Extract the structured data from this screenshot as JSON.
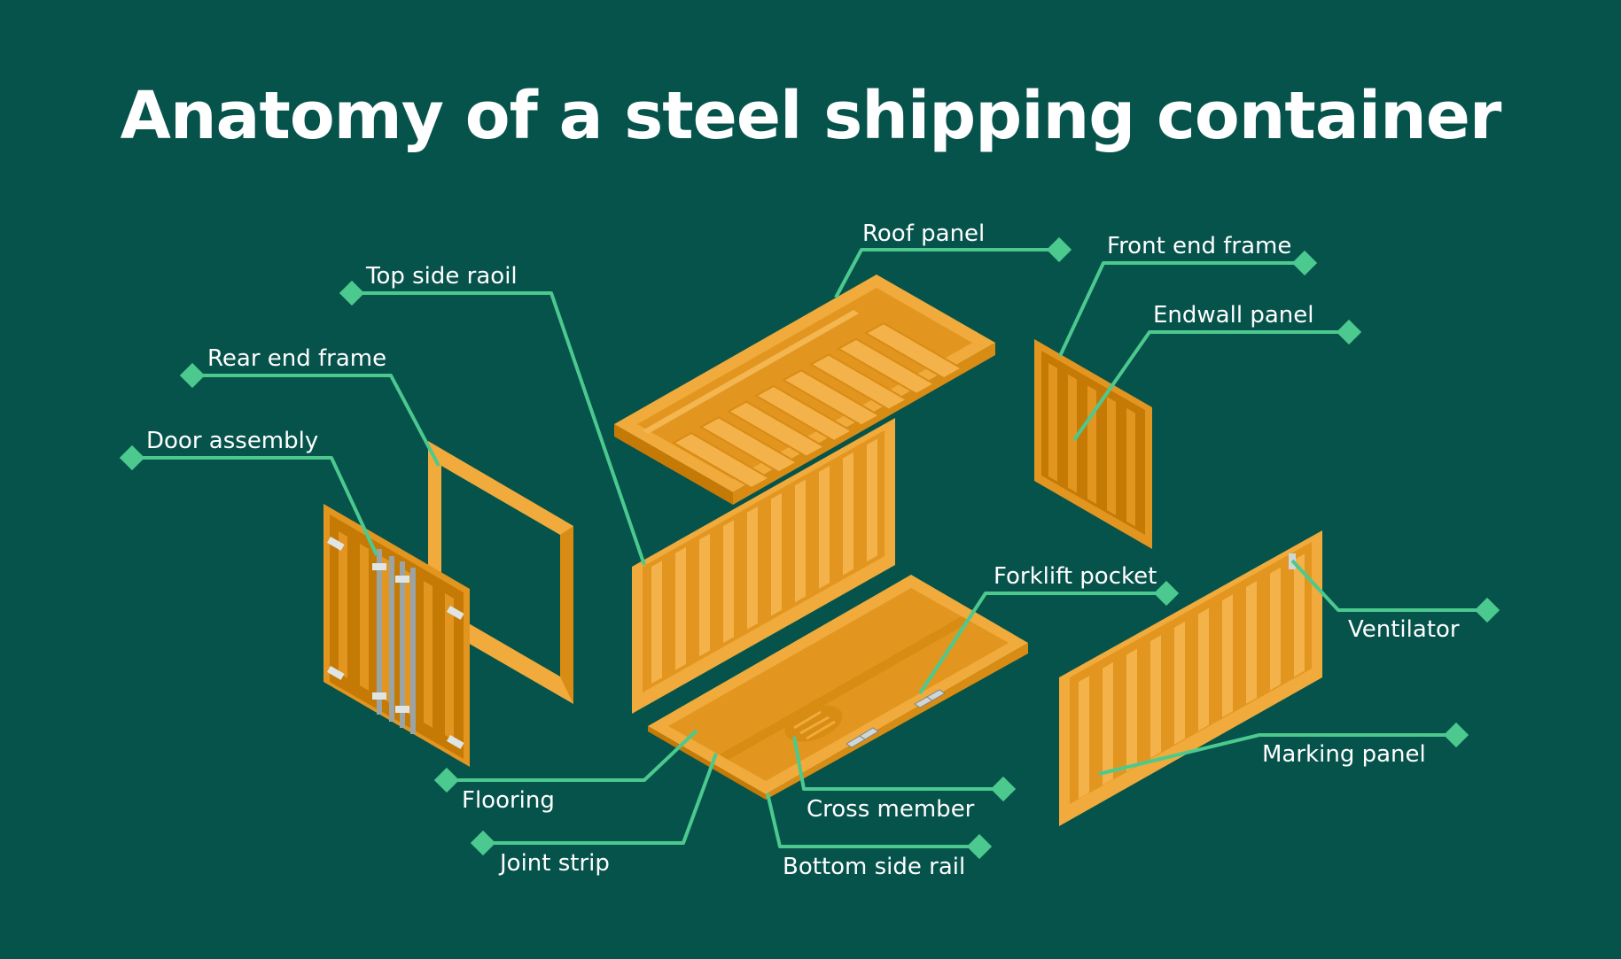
{
  "title": "Anatomy of a steel shipping container",
  "colors": {
    "background": "#06534c",
    "leader": "#4cc98e",
    "panel_light": "#f0ab3c",
    "panel_mid": "#e2961f",
    "panel_dark": "#c57a06"
  },
  "labels": {
    "roof_panel": "Roof panel",
    "front_end_frame": "Front end frame",
    "top_side_rail": "Top side raoil",
    "endwall_panel": "Endwall panel",
    "rear_end_frame": "Rear end frame",
    "door_assembly": "Door assembly",
    "forklift_pocket": "Forklift pocket",
    "ventilator": "Ventilator",
    "marking_panel": "Marking panel",
    "flooring": "Flooring",
    "cross_member": "Cross member",
    "joint_strip": "Joint strip",
    "bottom_side_rail": "Bottom side rail"
  },
  "icons": [
    "diamond-marker-icon"
  ]
}
